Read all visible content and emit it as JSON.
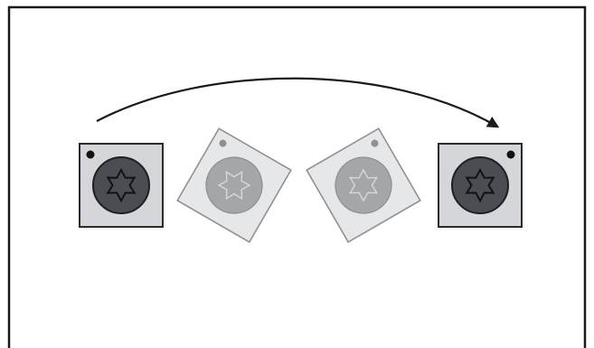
{
  "diagram": {
    "kind": "rotation-sequence",
    "frame_count": 4,
    "frames": [
      {
        "state": "start",
        "rotation_deg": 0,
        "dot_corner": "top-left",
        "shade": "dark"
      },
      {
        "state": "intermediate",
        "rotation_deg": 30,
        "dot_corner": "top-left",
        "shade": "faded"
      },
      {
        "state": "intermediate",
        "rotation_deg": 60,
        "dot_corner": "top-left",
        "shade": "faded"
      },
      {
        "state": "end",
        "rotation_deg": 90,
        "dot_corner": "top-right",
        "shade": "dark"
      }
    ],
    "arrow": {
      "direction": "left-to-right",
      "shape": "arc"
    },
    "colors": {
      "frame_border": "#1a1a1a",
      "card_dark_fill": "#d4d6da",
      "card_dark_stroke": "#2b2b2b",
      "disc_dark": "#4a4d51",
      "card_faded_fill": "#e6e7e9",
      "card_faded_stroke": "#8e9094",
      "disc_faded": "#a4a6aa",
      "arrow": "#1a1a1a"
    },
    "icon": "six-point-star-icon"
  }
}
